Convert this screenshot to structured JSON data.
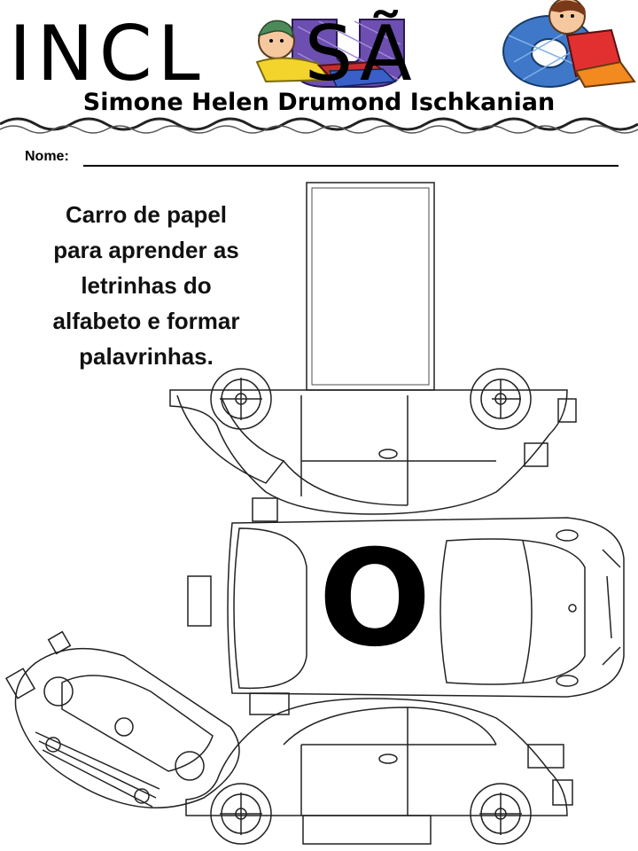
{
  "header": {
    "title_left": "INCL",
    "title_right": "SÃ",
    "author": "Simone Helen Drumond Ischkanian"
  },
  "form": {
    "name_label": "Nome:"
  },
  "instructions": {
    "lines": [
      "Carro de papel",
      "para aprender as",
      "letrinhas do",
      "alfabeto e formar",
      "palavrinhas."
    ]
  },
  "activity": {
    "featured_letter": "O"
  }
}
